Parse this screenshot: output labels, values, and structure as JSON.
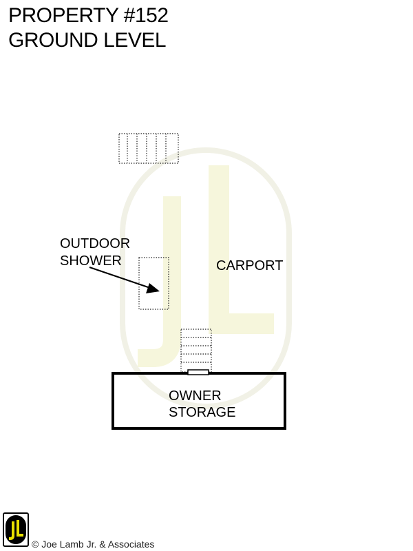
{
  "title": {
    "line1": "PROPERTY #152",
    "line2": "GROUND LEVEL"
  },
  "plan": {
    "labels": {
      "outdoor_shower_line1": "OUTDOOR",
      "outdoor_shower_line2": "SHOWER",
      "carport": "CARPORT",
      "owner_storage_line1": "OWNER",
      "owner_storage_line2": "STORAGE"
    }
  },
  "watermark": {
    "text": "JL",
    "color": "#f3f3d6"
  },
  "footer": {
    "logo_text": "JL",
    "logo_color": "#e8e000",
    "copyright": "© Joe Lamb Jr. & Associates"
  }
}
